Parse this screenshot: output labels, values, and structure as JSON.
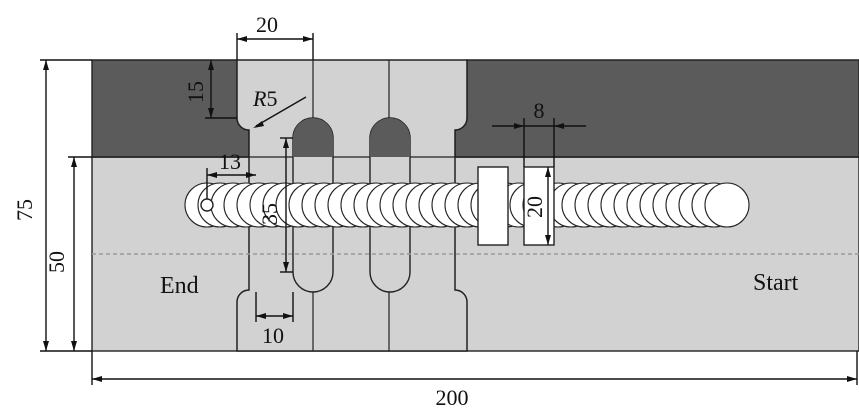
{
  "labels": {
    "end": "End",
    "start": "Start"
  },
  "dimensions": {
    "overall_length": "200",
    "overall_height": "75",
    "lower_plate_height": "50",
    "upper_step_height": "15",
    "slot_block_width": "20",
    "fillet_radius_prefix": "R",
    "fillet_radius_value": "5",
    "weld_start_offset": "13",
    "slot_length": "35",
    "slot_width": "10",
    "tab_width": "8",
    "tab_height": "20"
  },
  "colors": {
    "upper_plate": "#5b5b5b",
    "lower_plate": "#d2d2d2",
    "slot_fill": "#5b5b5b",
    "weld_circle_fill": "#ffffff",
    "centerline": "#9a9a9a"
  }
}
